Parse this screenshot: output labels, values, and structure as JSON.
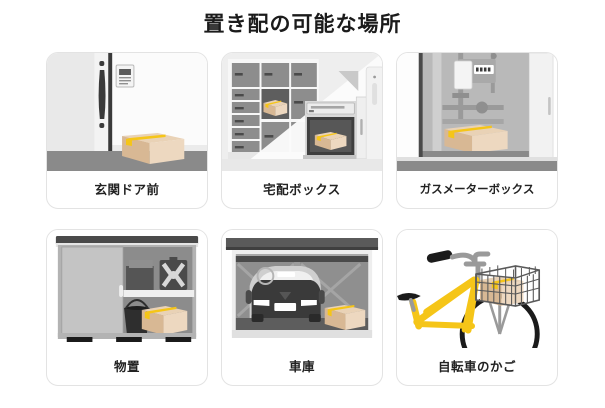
{
  "page": {
    "title": "置き配の可能な場所",
    "background_color": "#ffffff",
    "title_color": "#1b1b1b"
  },
  "palette": {
    "package_top": "#e9d2b6",
    "package_front": "#edd8c0",
    "package_side": "#d8b894",
    "tape_yellow": "#f5c518",
    "gray_floor": "#8a8a8a",
    "gray_dark": "#4f4f4f",
    "gray_mid": "#909090",
    "gray_light": "#d8d8d8",
    "card_border": "#e3e3e3",
    "bike_yellow": "#f5c518",
    "black": "#1b1b1b"
  },
  "cards": [
    {
      "id": "front-door",
      "label": "玄関ドア前",
      "icons": [
        "door-icon",
        "intercom-icon",
        "package-icon"
      ]
    },
    {
      "id": "delivery-box",
      "label": "宅配ボックス",
      "icons": [
        "locker-bank-icon",
        "delivery-box-icon",
        "package-icon"
      ]
    },
    {
      "id": "gas-meter-box",
      "label": "ガスメーターボックス",
      "icons": [
        "gas-meter-icon",
        "pipes-icon",
        "package-icon"
      ]
    },
    {
      "id": "storage-shed",
      "label": "物置",
      "icons": [
        "shed-icon",
        "jerry-can-icon",
        "bucket-icon",
        "package-icon"
      ]
    },
    {
      "id": "garage",
      "label": "車庫",
      "icons": [
        "car-icon",
        "shutter-icon",
        "package-icon"
      ]
    },
    {
      "id": "bicycle-basket",
      "label": "自転車のかご",
      "icons": [
        "bicycle-icon",
        "wire-basket-icon",
        "package-icon"
      ]
    }
  ]
}
